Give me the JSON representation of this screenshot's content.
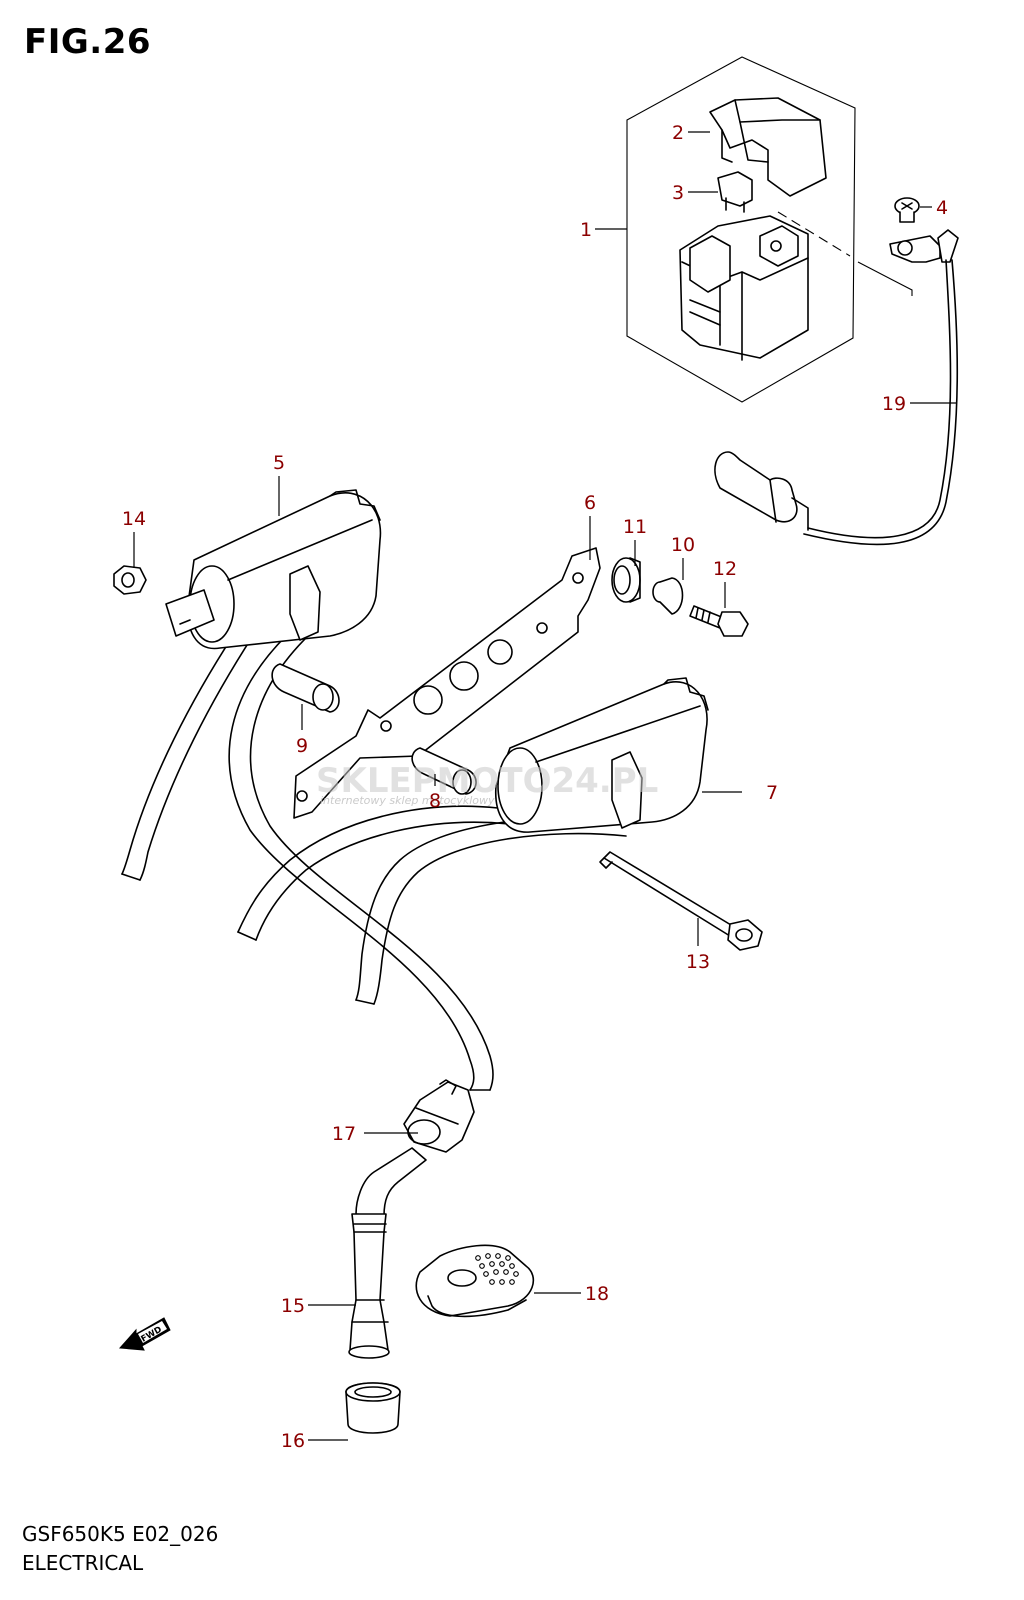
{
  "figure": {
    "title": "FIG.26",
    "model_code": "GSF650K5 E02_026",
    "section_name": "ELECTRICAL"
  },
  "orientation_badge": {
    "label": "FWD",
    "icon": "fwd-arrow-icon"
  },
  "watermark": {
    "brand": "SKLEPMOTO24.PL",
    "tagline": "internetowy sklep motocyklowy"
  },
  "callouts": [
    "1",
    "2",
    "3",
    "4",
    "5",
    "6",
    "7",
    "8",
    "9",
    "10",
    "11",
    "12",
    "13",
    "14",
    "15",
    "16",
    "17",
    "18",
    "19"
  ],
  "colors": {
    "callout_text": "#8b0000",
    "line_art": "#000000",
    "background": "#ffffff"
  }
}
